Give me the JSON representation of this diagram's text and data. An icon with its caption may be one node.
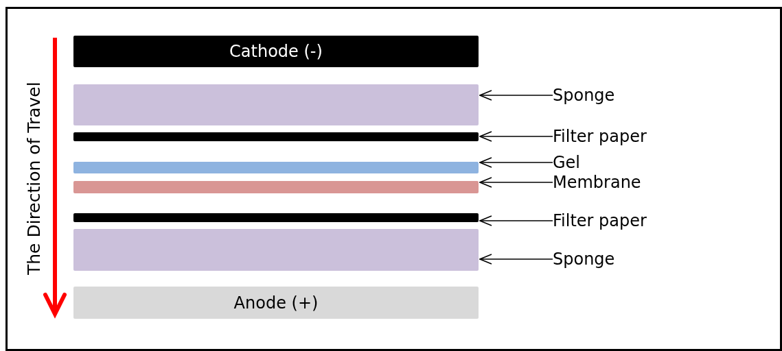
{
  "diagram": {
    "nodes": [
      {
        "text": [
          "Cathode (-)"
        ]
      },
      {
        "text": [],
        "shape": "bar"
      },
      {
        "text": [
          "Sponge"
        ]
      },
      {
        "text": [],
        "shape": "bar"
      },
      {
        "text": [
          "Filter paper"
        ]
      },
      {
        "text": [],
        "shape": "bar"
      },
      {
        "text": [
          "Gel"
        ]
      },
      {
        "text": [],
        "shape": "bar"
      },
      {
        "text": [
          "Membrane"
        ]
      },
      {
        "text": [],
        "shape": "bar"
      },
      {
        "text": [
          "Filter paper"
        ]
      },
      {
        "text": [],
        "shape": "bar"
      },
      {
        "text": [
          "Sponge"
        ]
      },
      {
        "text": [
          "Anode (+)"
        ]
      }
    ],
    "edges": [
      {
        "from": 2,
        "to": 1,
        "arrow": "to"
      },
      {
        "from": 4,
        "to": 3,
        "arrow": "to"
      },
      {
        "from": 6,
        "to": 5,
        "arrow": "to"
      },
      {
        "from": 8,
        "to": 7,
        "arrow": "to"
      },
      {
        "from": 10,
        "to": 9,
        "arrow": "to"
      },
      {
        "from": 12,
        "to": 11,
        "arrow": "to"
      }
    ],
    "labels": [
      "The Direction of Travel"
    ]
  }
}
